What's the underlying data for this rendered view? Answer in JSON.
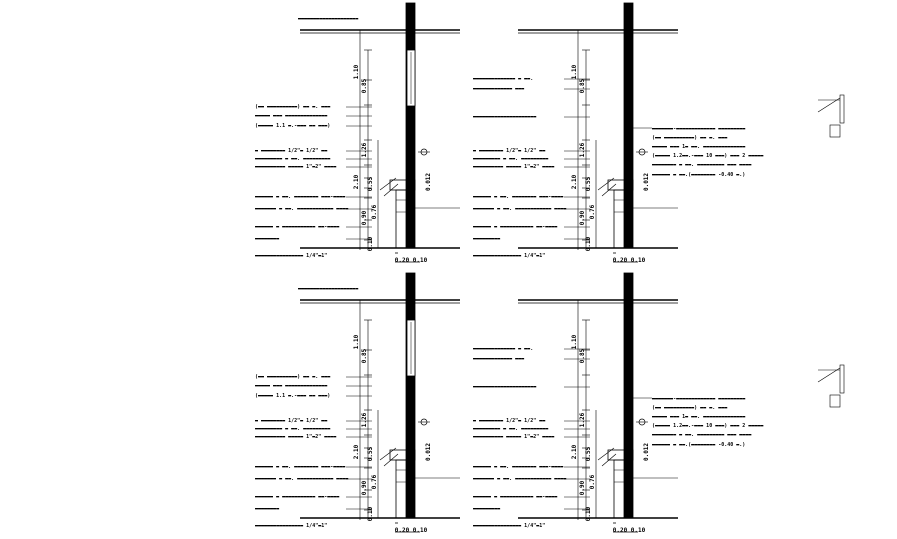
{
  "drawing": {
    "sheet_background": "#ffffff",
    "line_color": "#000000",
    "panels": [
      {
        "dims": {
          "top": "1.10",
          "window": "0.85",
          "mid": "1.26",
          "sill_total": "2.10",
          "sill": "0.55",
          "upper_base": "0.90",
          "lower_base": "0.76",
          "floor": "0.10",
          "wall_a": "0.20",
          "wall_b": "0.10",
          "beam": "0.012"
        },
        "labels": [
          {
            "text": "▬▬▬▬▬▬▬▬▬▬▬▬▬▬▬▬▬▬▬▬"
          },
          {
            "text": "(▬▬ ▬▬▬▬▬▬▬▬▬▬) ▬▬ ▬. ▬▬▬"
          },
          {
            "text": "▬▬▬▬▬ ▬▬▬ ▬▬▬▬▬▬▬▬▬▬▬▬▬▬"
          },
          {
            "text": "(▬▬▬▬▬ 1.1 ▬.-▬▬▬ ▬▬ ▬▬▬)"
          },
          {
            "text": "▬ ▬▬▬▬▬▬▬▬ 1/2\"▬ 1/2\" ▬▬"
          },
          {
            "text": "▬▬▬▬▬▬▬▬▬ ▬ ▬▬. ▬▬▬▬▬▬▬▬▬"
          },
          {
            "text": "▬▬▬▬▬▬▬▬▬▬ ▬▬▬▬▬ 1\"▬2\" ▬▬▬▬"
          },
          {
            "text": "▬▬▬▬▬▬ ▬ ▬▬. ▬▬▬▬▬▬▬▬ ▬▬▬-▬▬▬▬"
          },
          {
            "text": "▬▬▬▬▬▬▬ ▬ ▬▬. ▬▬▬▬▬▬▬▬▬▬▬▬ ▬▬▬▬"
          },
          {
            "text": "▬▬▬▬▬▬ ▬ ▬▬▬▬▬▬▬▬▬▬▬ ▬▬-▬▬▬▬"
          },
          {
            "text": "▬▬▬▬▬▬▬▬"
          },
          {
            "text": "▬▬▬▬▬▬▬▬▬▬▬▬▬▬▬▬ 1/4\"▬1\""
          }
        ]
      },
      {
        "dims": {
          "top": "1.10",
          "window": "0.85",
          "mid": "1.26",
          "sill_total": "2.10",
          "sill": "0.55",
          "upper_base": "0.90",
          "lower_base": "0.76",
          "floor": "0.10",
          "wall_a": "0.20",
          "wall_b": "0.10",
          "beam": "0.012"
        },
        "labels": [
          {
            "text": "▬▬▬▬▬▬▬▬▬▬▬▬▬▬ ▬ ▬▬."
          },
          {
            "text": "▬▬▬▬▬▬▬▬▬▬▬▬▬ ▬▬▬"
          },
          {
            "text": "▬▬▬▬▬▬▬▬▬▬▬▬▬▬▬▬▬▬▬▬▬"
          },
          {
            "text": "▬ ▬▬▬▬▬▬▬▬ 1/2\"▬ 1/2\" ▬▬"
          },
          {
            "text": "▬▬▬▬▬▬▬▬▬ ▬ ▬▬. ▬▬▬▬▬▬▬▬▬"
          },
          {
            "text": "▬▬▬▬▬▬▬▬▬▬ ▬▬▬▬▬ 1\"▬2\" ▬▬▬▬"
          },
          {
            "text": "▬▬▬▬▬▬ ▬ ▬▬. ▬▬▬▬▬▬▬▬ ▬▬▬-▬▬▬▬"
          },
          {
            "text": "▬▬▬▬▬▬▬ ▬ ▬▬. ▬▬▬▬▬▬▬▬▬▬▬▬ ▬▬▬▬"
          },
          {
            "text": "▬▬▬▬▬▬ ▬ ▬▬▬▬▬▬▬▬▬▬▬ ▬▬-▬▬▬▬"
          },
          {
            "text": "▬▬▬▬▬▬▬▬▬"
          },
          {
            "text": "▬▬▬▬▬▬▬▬▬▬▬▬▬▬▬▬ 1/4\"▬1\""
          }
        ],
        "right_labels": [
          {
            "text": "▬▬▬▬▬▬▬-▬▬▬▬▬▬▬▬▬▬▬▬▬ ▬▬▬▬▬▬▬▬▬"
          },
          {
            "text": "(▬▬ ▬▬▬▬▬▬▬▬▬▬) ▬▬ ▬. ▬▬▬"
          },
          {
            "text": "▬▬▬▬▬ ▬▬▬ 1▬ ▬▬. ▬▬▬▬▬▬▬▬▬▬▬▬▬▬"
          },
          {
            "text": "(▬▬▬▬▬ 1.2▬▬.-▬▬▬ 10 ▬▬▬) ▬▬▬ 2 ▬▬▬▬▬"
          },
          {
            "text": "▬▬▬▬▬▬▬▬ ▬ ▬▬. ▬▬▬▬▬▬▬▬▬ ▬▬▬ ▬▬▬▬"
          },
          {
            "text": "▬▬▬▬▬▬ ▬ ▬▬.(▬▬▬▬▬▬▬▬ -0.40 ▬.)"
          }
        ]
      },
      {
        "dims": {
          "top": "1.10",
          "window": "0.85",
          "mid": "1.26",
          "sill_total": "2.10",
          "sill": "0.55",
          "upper_base": "0.90",
          "lower_base": "0.76",
          "floor": "0.10",
          "wall_a": "0.20",
          "wall_b": "0.10",
          "beam": "0.012"
        },
        "labels": [
          {
            "text": "▬▬▬▬▬▬▬▬▬▬▬▬▬▬▬▬▬▬▬▬"
          },
          {
            "text": "(▬▬ ▬▬▬▬▬▬▬▬▬▬) ▬▬ ▬. ▬▬▬"
          },
          {
            "text": "▬▬▬▬▬ ▬▬▬ ▬▬▬▬▬▬▬▬▬▬▬▬▬▬"
          },
          {
            "text": "(▬▬▬▬▬ 1.1 ▬.-▬▬▬ ▬▬ ▬▬▬)"
          },
          {
            "text": "▬ ▬▬▬▬▬▬▬▬ 1/2\"▬ 1/2\" ▬▬"
          },
          {
            "text": "▬▬▬▬▬▬▬▬▬ ▬ ▬▬. ▬▬▬▬▬▬▬▬▬"
          },
          {
            "text": "▬▬▬▬▬▬▬▬▬▬ ▬▬▬▬▬ 1\"▬2\" ▬▬▬▬"
          },
          {
            "text": "▬▬▬▬▬▬ ▬ ▬▬. ▬▬▬▬▬▬▬▬ ▬▬▬-▬▬▬▬"
          },
          {
            "text": "▬▬▬▬▬▬▬ ▬ ▬▬. ▬▬▬▬▬▬▬▬▬▬▬▬ ▬▬▬▬"
          },
          {
            "text": "▬▬▬▬▬▬ ▬ ▬▬▬▬▬▬▬▬▬▬▬ ▬▬-▬▬▬▬"
          },
          {
            "text": "▬▬▬▬▬▬▬▬"
          },
          {
            "text": "▬▬▬▬▬▬▬▬▬▬▬▬▬▬▬▬ 1/4\"▬1\""
          }
        ]
      },
      {
        "dims": {
          "top": "1.10",
          "window": "0.85",
          "mid": "1.26",
          "sill_total": "2.10",
          "sill": "0.55",
          "upper_base": "0.90",
          "lower_base": "0.76",
          "floor": "0.10",
          "wall_a": "0.20",
          "wall_b": "0.10",
          "beam": "0.012"
        },
        "labels": [
          {
            "text": "▬▬▬▬▬▬▬▬▬▬▬▬▬▬ ▬ ▬▬."
          },
          {
            "text": "▬▬▬▬▬▬▬▬▬▬▬▬▬ ▬▬▬"
          },
          {
            "text": "▬▬▬▬▬▬▬▬▬▬▬▬▬▬▬▬▬▬▬▬▬"
          },
          {
            "text": "▬ ▬▬▬▬▬▬▬▬ 1/2\"▬ 1/2\" ▬▬"
          },
          {
            "text": "▬▬▬▬▬▬▬▬▬ ▬ ▬▬. ▬▬▬▬▬▬▬▬▬"
          },
          {
            "text": "▬▬▬▬▬▬▬▬▬▬ ▬▬▬▬▬ 1\"▬2\" ▬▬▬▬"
          },
          {
            "text": "▬▬▬▬▬▬ ▬ ▬▬. ▬▬▬▬▬▬▬▬ ▬▬▬-▬▬▬▬"
          },
          {
            "text": "▬▬▬▬▬▬▬ ▬ ▬▬. ▬▬▬▬▬▬▬▬▬▬▬▬ ▬▬▬▬"
          },
          {
            "text": "▬▬▬▬▬▬ ▬ ▬▬▬▬▬▬▬▬▬▬▬ ▬▬-▬▬▬▬"
          },
          {
            "text": "▬▬▬▬▬▬▬▬▬"
          },
          {
            "text": "▬▬▬▬▬▬▬▬▬▬▬▬▬▬▬▬ 1/4\"▬1\""
          }
        ],
        "right_labels": [
          {
            "text": "▬▬▬▬▬▬▬-▬▬▬▬▬▬▬▬▬▬▬▬▬ ▬▬▬▬▬▬▬▬▬"
          },
          {
            "text": "(▬▬ ▬▬▬▬▬▬▬▬▬▬) ▬▬ ▬. ▬▬▬"
          },
          {
            "text": "▬▬▬▬▬ ▬▬▬ 1▬ ▬▬. ▬▬▬▬▬▬▬▬▬▬▬▬▬▬"
          },
          {
            "text": "(▬▬▬▬▬ 1.2▬▬.-▬▬▬ 10 ▬▬▬) ▬▬▬ 2 ▬▬▬▬▬"
          },
          {
            "text": "▬▬▬▬▬▬▬▬ ▬ ▬▬. ▬▬▬▬▬▬▬▬▬ ▬▬▬ ▬▬▬▬"
          },
          {
            "text": "▬▬▬▬▬▬ ▬ ▬▬.(▬▬▬▬▬▬▬▬ -0.40 ▬.)"
          }
        ]
      }
    ]
  }
}
